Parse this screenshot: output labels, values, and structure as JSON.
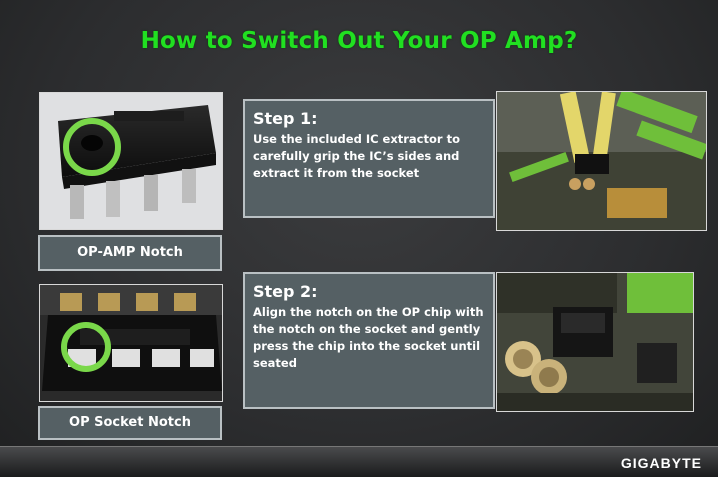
{
  "title": "How to Switch Out Your OP Amp?",
  "labels": {
    "opamp_notch": "OP-AMP Notch",
    "socket_notch": "OP Socket Notch"
  },
  "steps": [
    {
      "heading": "Step 1:",
      "text": "Use the included IC extractor to carefully grip the IC’s sides and extract it from the socket"
    },
    {
      "heading": "Step 2:",
      "text": "Align the notch on the OP chip with the notch on the socket and gently press the chip into the socket until seated"
    }
  ],
  "footer": {
    "brand": "GIGABYTE"
  },
  "colors": {
    "title": "#21e021",
    "highlight_ring": "#7ad84a",
    "box": "#556064"
  }
}
